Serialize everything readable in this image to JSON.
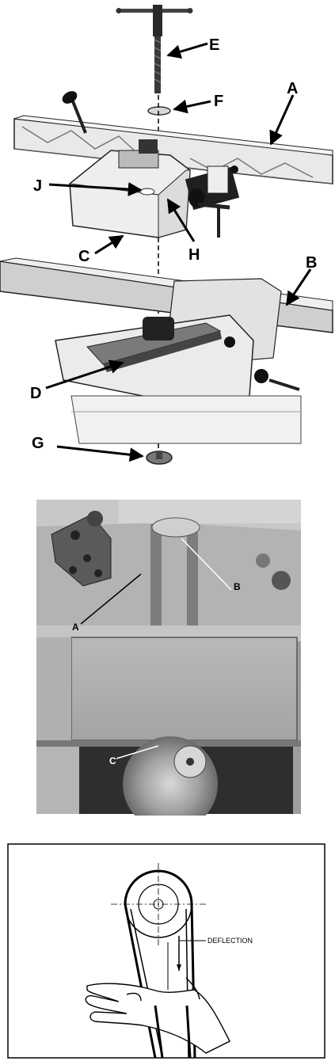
{
  "figure1": {
    "labels": [
      "A",
      "B",
      "C",
      "D",
      "E",
      "F",
      "G",
      "H",
      "J"
    ]
  },
  "figure2": {
    "labels": [
      "A",
      "B",
      "C"
    ]
  },
  "figure3": {
    "annotation": "DEFLECTION"
  }
}
